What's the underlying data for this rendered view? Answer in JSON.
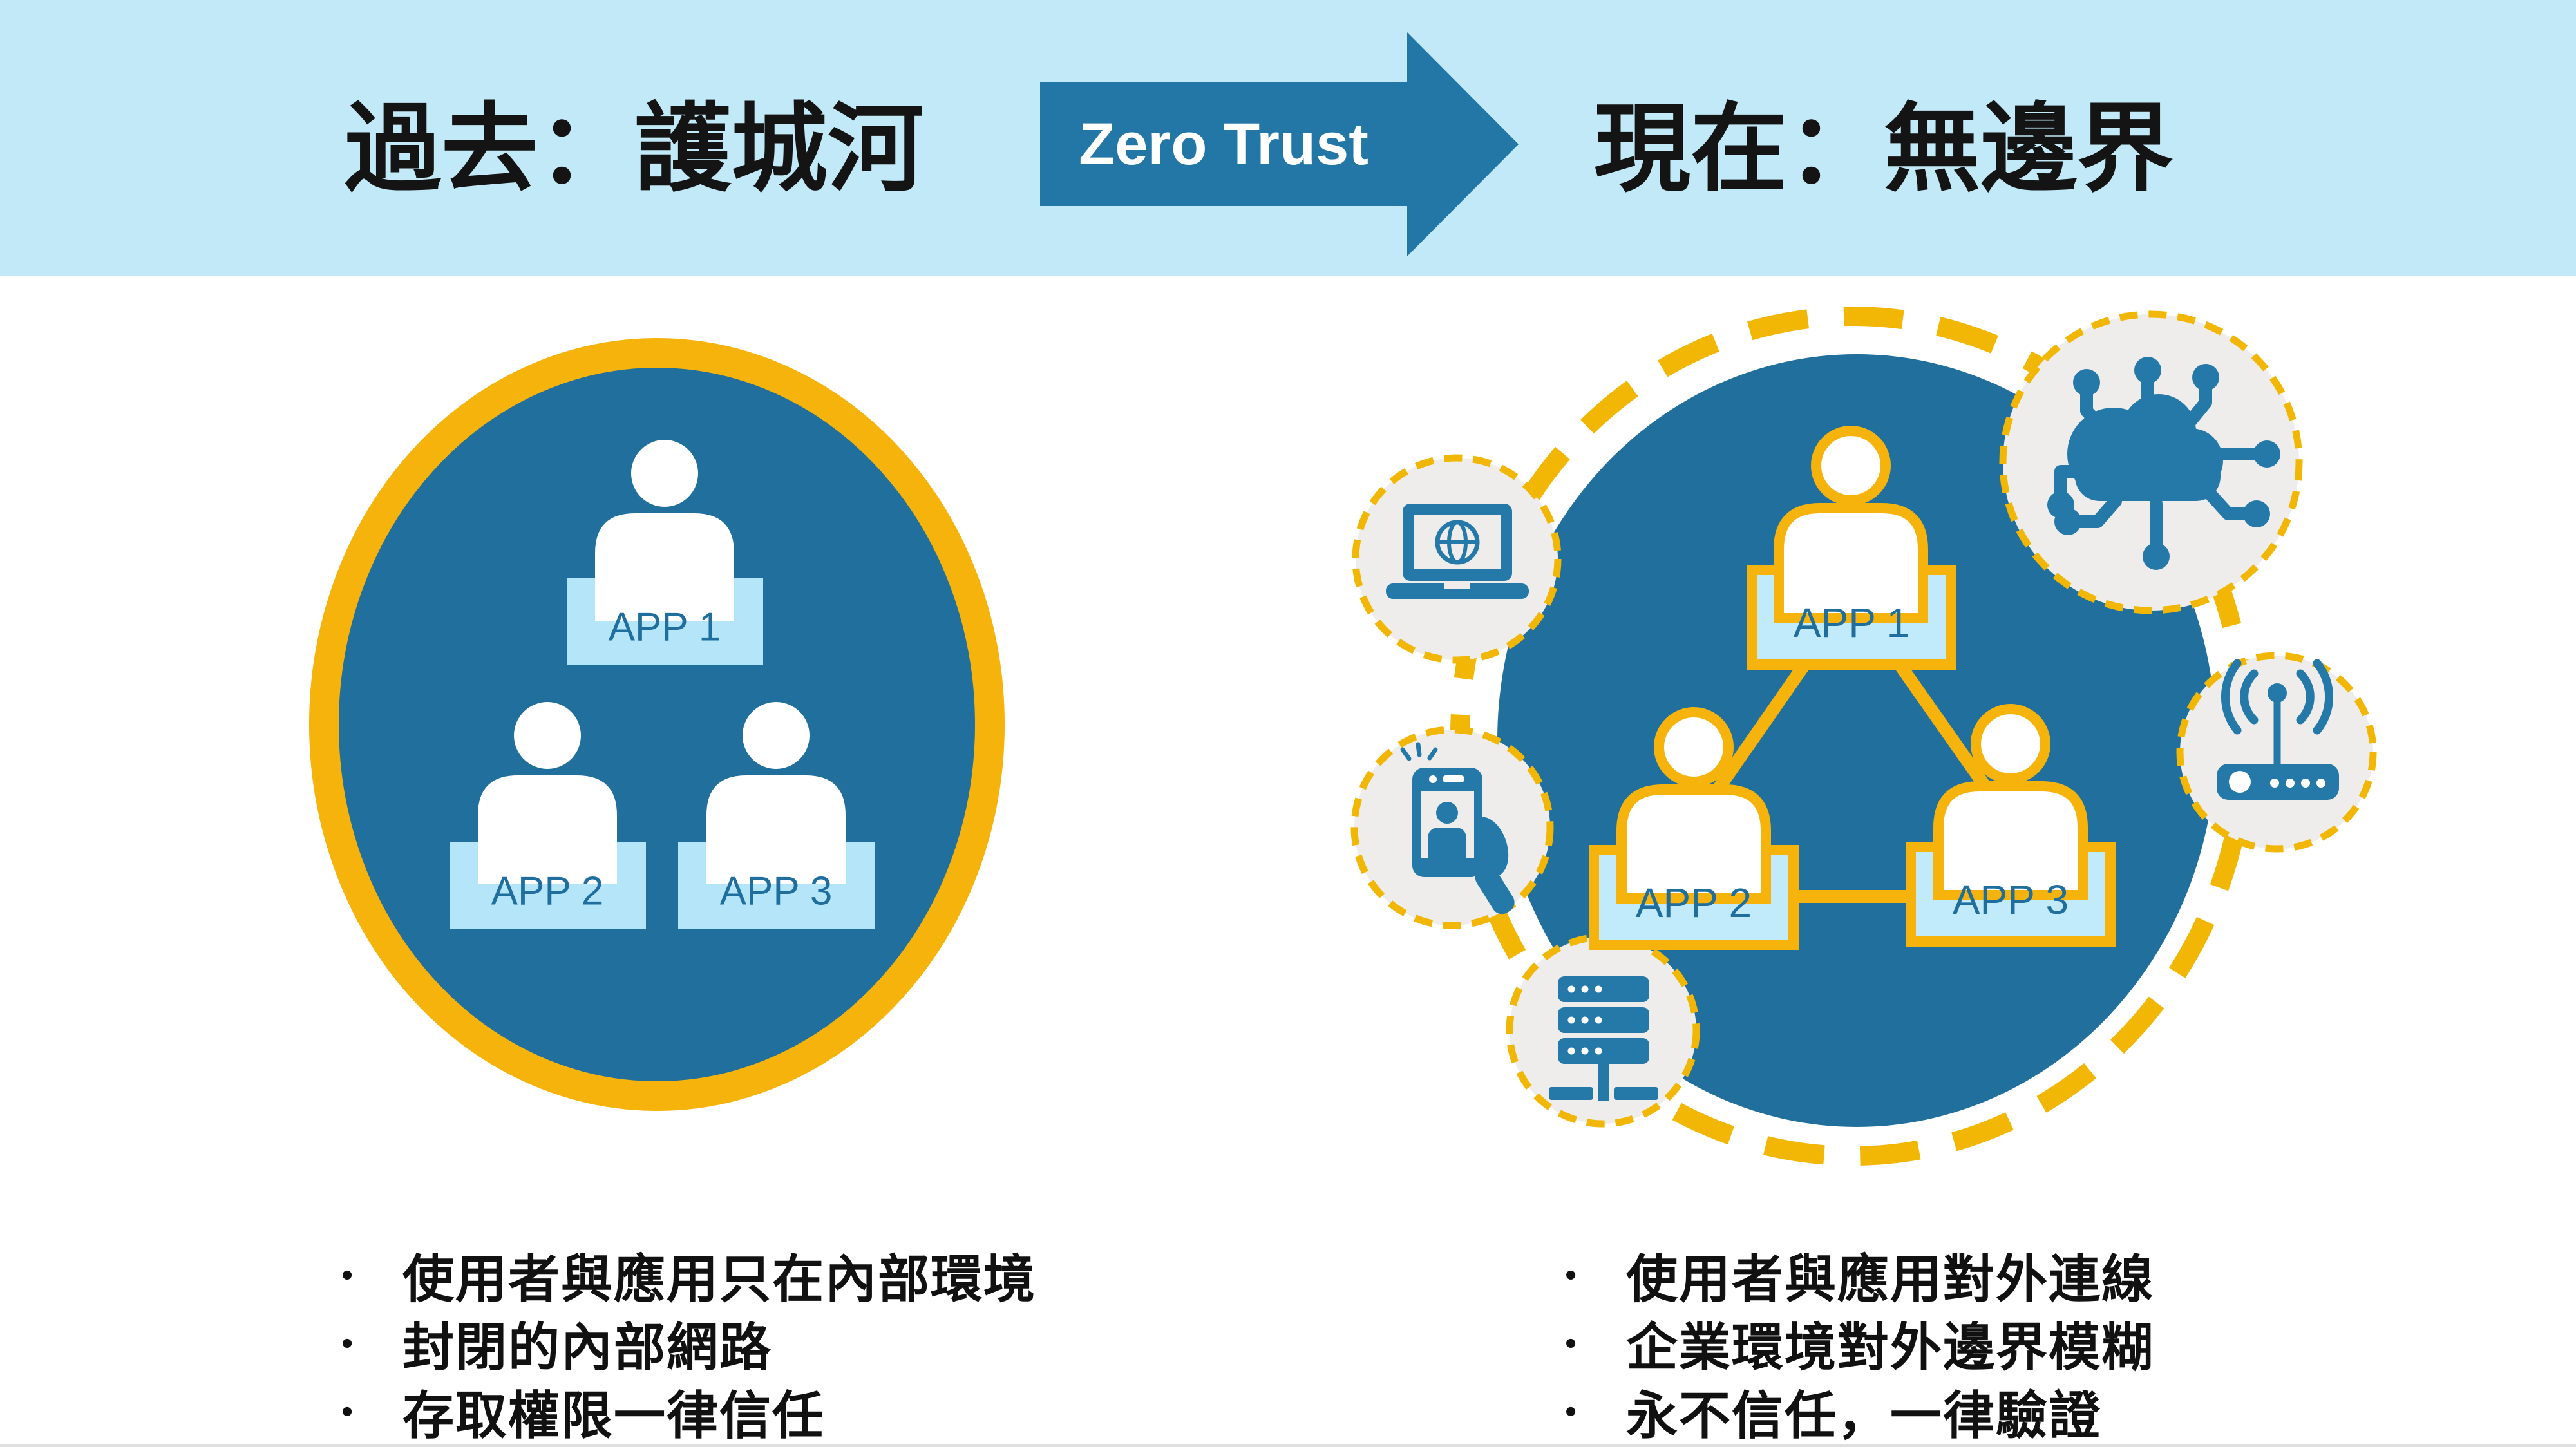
{
  "header": {
    "left_title": "過去：護城河",
    "arrow_label": "Zero Trust",
    "right_title": "現在：無邊界"
  },
  "left_diagram": {
    "app_labels": [
      "APP 1",
      "APP 2",
      "APP 3"
    ]
  },
  "right_diagram": {
    "app_labels": [
      "APP 1",
      "APP 2",
      "APP 3"
    ],
    "satellite_icons": [
      "laptop-globe",
      "cloud-network",
      "mobile-identity",
      "server-rack",
      "wifi-router"
    ]
  },
  "bullets": {
    "marker": "•",
    "left": [
      "使用者與應用只在內部環境",
      "封閉的內部網路",
      "存取權限一律信任"
    ],
    "right": [
      "使用者與應用對外連線",
      "企業環境對外邊界模糊",
      "永不信任，一律驗證"
    ]
  },
  "colors": {
    "band_blue": "#C2E9F7",
    "arrow_blue": "#2377A7",
    "circle_blue": "#216F9D",
    "icon_blue": "#2579A9",
    "accent_yellow": "#F5B30B",
    "app_box_blue": "#B5E5F8",
    "satellite_gray": "#EEEDEB",
    "app_text_blue": "#1F6E9E"
  }
}
